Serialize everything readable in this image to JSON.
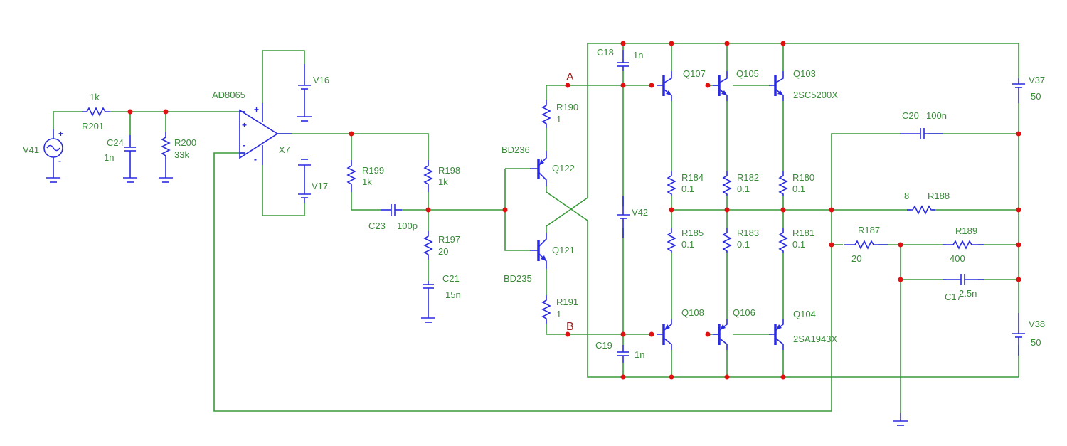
{
  "title": "Power amplifier schematic",
  "colors": {
    "wire": "#3a9a3a",
    "component": "#2a2ae0",
    "junction": "#e01010",
    "label": "#3a8a3a",
    "node_label": "#a02020"
  },
  "source": {
    "ref": "V41",
    "type": "ac-source",
    "plus": "+",
    "minus": "-"
  },
  "input_filter": {
    "R201": {
      "ref": "R201",
      "value": "1k"
    },
    "C24": {
      "ref": "C24",
      "value": "1n"
    },
    "R200": {
      "ref": "R200",
      "value": "33k"
    }
  },
  "opamp": {
    "part": "AD8065",
    "ref": "X7",
    "plus": "+",
    "minus": "-",
    "supply_plus": "+",
    "supply_minus": "-"
  },
  "opamp_supplies": {
    "V16": {
      "ref": "V16"
    },
    "V17": {
      "ref": "V17"
    }
  },
  "vas": {
    "R199": {
      "ref": "R199",
      "value": "1k"
    },
    "R198": {
      "ref": "R198",
      "value": "1k"
    },
    "C23": {
      "ref": "C23",
      "value": "100p"
    },
    "R197": {
      "ref": "R197",
      "value": "20"
    },
    "C21": {
      "ref": "C21",
      "value": "15n"
    }
  },
  "drivers": {
    "Q122": {
      "ref": "Q122",
      "part": "BD236"
    },
    "Q121": {
      "ref": "Q121",
      "part": "BD235"
    },
    "R190": {
      "ref": "R190",
      "value": "1"
    },
    "R191": {
      "ref": "R191",
      "value": "1"
    }
  },
  "nodes": {
    "A": "A",
    "B": "B"
  },
  "bias": {
    "C18": {
      "ref": "C18",
      "value": "1n"
    },
    "C19": {
      "ref": "C19",
      "value": "1n"
    },
    "V42": {
      "ref": "V42"
    }
  },
  "output_npn": {
    "Q107": {
      "ref": "Q107"
    },
    "Q105": {
      "ref": "Q105"
    },
    "Q103": {
      "ref": "Q103",
      "part": "2SC5200X"
    }
  },
  "output_pnp": {
    "Q108": {
      "ref": "Q108"
    },
    "Q106": {
      "ref": "Q106"
    },
    "Q104": {
      "ref": "Q104",
      "part": "2SA1943X"
    }
  },
  "emitter_resistors": {
    "R184": {
      "ref": "R184",
      "value": "0.1"
    },
    "R182": {
      "ref": "R182",
      "value": "0.1"
    },
    "R180": {
      "ref": "R180",
      "value": "0.1"
    },
    "R185": {
      "ref": "R185",
      "value": "0.1"
    },
    "R183": {
      "ref": "R183",
      "value": "0.1"
    },
    "R181": {
      "ref": "R181",
      "value": "0.1"
    }
  },
  "feedback": {
    "C20": {
      "ref": "C20",
      "value": "100n"
    },
    "R188": {
      "ref": "R188",
      "value": "8"
    },
    "R187": {
      "ref": "R187",
      "value": "20"
    },
    "R189": {
      "ref": "R189",
      "value": "400"
    },
    "C17": {
      "ref": "C17",
      "value": "2.5n"
    }
  },
  "rails": {
    "V37": {
      "ref": "V37",
      "value": "50"
    },
    "V38": {
      "ref": "V38",
      "value": "50"
    }
  }
}
